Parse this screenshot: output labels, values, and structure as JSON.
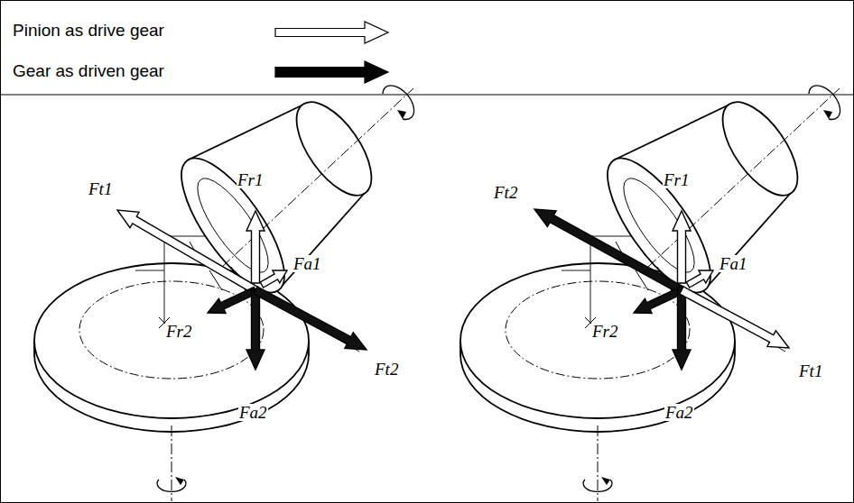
{
  "diagram": {
    "labels": [
      "Ft1",
      "Fr1",
      "Fa1",
      "Fr2",
      "Fa2",
      "Ft2",
      "Ft2",
      "Fr1",
      "Fa1",
      "Fr2",
      "Fa2",
      "Ft1"
    ],
    "legend": [
      {
        "text": "Pinion as drive gear"
      },
      {
        "text": "Gear as driven gear"
      }
    ]
  }
}
